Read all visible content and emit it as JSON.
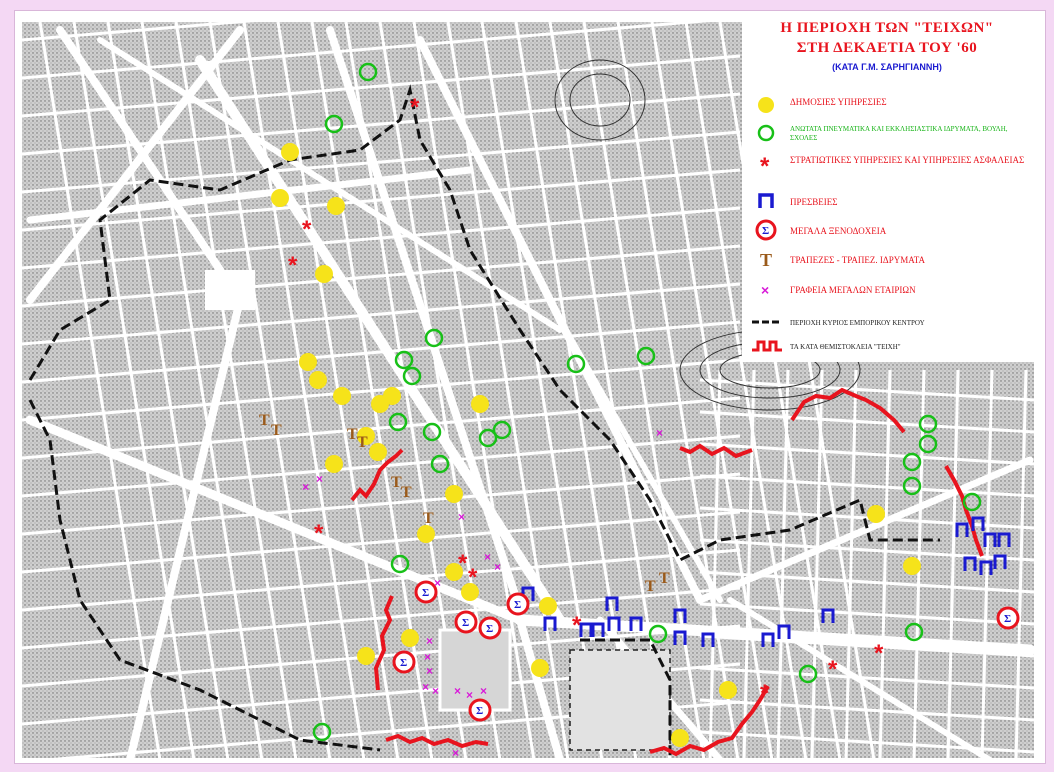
{
  "title": {
    "line1": "Η ΠΕΡΙΟΧΗ ΤΩΝ \"ΤΕΙΧΩΝ\"",
    "line2": "ΣΤΗ ΔΕΚΑΕΤΙΑ ΤΟΥ '60",
    "source": "(ΚΑΤΑ Γ.Μ. ΣΑΡΗΓΙΑΝΝΗ)"
  },
  "legend": [
    {
      "symbol": "yellow-dot",
      "color": "#f6e31a",
      "text": "ΔΗΜΟΣΙΕΣ ΥΠΗΡΕΣΙΕΣ"
    },
    {
      "symbol": "green-ring",
      "color": "#18c018",
      "text": "ΑΝΩΤΑΤΑ ΠΝΕΥΜΑΤΙΚΑ ΚΑΙ ΕΚΚΛΗΣΙΑΣΤΙΚΑ ΙΔΡΥΜΑΤΑ, ΒΟΥΛΗ, ΣΧΟΛΕΣ"
    },
    {
      "symbol": "red-asterisk",
      "color": "#e8141e",
      "text": "ΣΤΡΑΤΙΩΤΙΚΕΣ ΥΠΗΡΕΣΙΕΣ ΚΑΙ ΥΠΗΡΕΣΙΕΣ ΑΣΦΑΛΕΙΑΣ"
    },
    {
      "symbol": "blue-pi",
      "color": "#1a1ad0",
      "text": "ΠΡΕΣΒΕΙΕΣ"
    },
    {
      "symbol": "red-sigma",
      "color": "#e8141e",
      "text": "ΜΕΓΑΛΑ ΞΕΝΟΔΟΧΕΙΑ"
    },
    {
      "symbol": "brown-tau",
      "color": "#9a5a1a",
      "text": "ΤΡΑΠΕΖΕΣ - ΤΡΑΠΕΖ. ΙΔΡΥΜΑΤΑ"
    },
    {
      "symbol": "magenta-x",
      "color": "#d81ad8",
      "text": "ΓΡΑΦΕΙΑ ΜΕΓΑΛΩΝ ΕΤΑΙΡΙΩΝ"
    },
    {
      "symbol": "black-dashed-line",
      "color": "#111111",
      "text": "ΠΕΡΙΟΧΗ ΚΥΡΙΟΣ ΕΜΠΟΡΙΚΟΥ ΚΕΝΤΡΟΥ"
    },
    {
      "symbol": "red-wall-line",
      "color": "#e8141e",
      "text": "ΤΑ ΚΑΤΑ ΘΕΜΙΣΤΟΚΛΕΙΑ \"ΤΕΙΧΗ\""
    }
  ],
  "colors": {
    "page_bg": "#f4d8f4",
    "block_fill": "#c9c9c9",
    "street": "#ffffff",
    "yellow": "#f6e31a",
    "green": "#18c018",
    "red": "#e8141e",
    "blue": "#1a1ad0",
    "brown": "#9a5a1a",
    "magenta": "#d81ad8"
  }
}
